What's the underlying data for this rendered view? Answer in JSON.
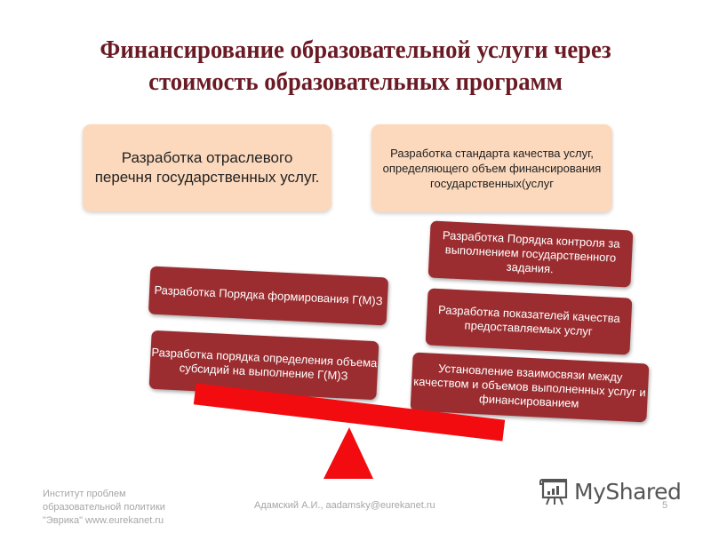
{
  "slide": {
    "title_line1": "Финансирование образовательной услуги через",
    "title_line2": "стоимость образовательных программ",
    "colors": {
      "title": "#6b1a24",
      "peach_box": "#fcd9bd",
      "red_box": "#9b2d30",
      "scale_red": "#f20c10"
    }
  },
  "top_boxes": [
    {
      "text": "Разработка отраслевого перечня государственных услуг."
    },
    {
      "text": "Разработка стандарта качества услуг, определяющего объем финансирования государственных(услуг"
    }
  ],
  "left_pan": [
    {
      "text": "Разработка  Порядка формирования Г(М)З"
    },
    {
      "text": "Разработка порядка определения объема субсидий на выполнение Г(М)З"
    }
  ],
  "right_pan": [
    {
      "text": "Разработка Порядка контроля за выполнением государственного задания."
    },
    {
      "text": "Разработка показателей качества предоставляемых услуг"
    },
    {
      "text": "Установление взаимосвязи между качеством и объемов выполненных услуг и финансированием"
    }
  ],
  "scale": {
    "beam_icon": "scale-beam",
    "fulcrum_icon": "triangle-fulcrum"
  },
  "footer": {
    "institute_line1": "Институт проблем",
    "institute_line2": "образовательной политики",
    "institute_line3": "\"Эврика\" www.eurekanet.ru",
    "author": "Адамский А.И., aadamsky@eurekanet.ru",
    "page_number": "5"
  },
  "watermark": {
    "icon": "presentation-board-icon",
    "text": "MyShared"
  }
}
